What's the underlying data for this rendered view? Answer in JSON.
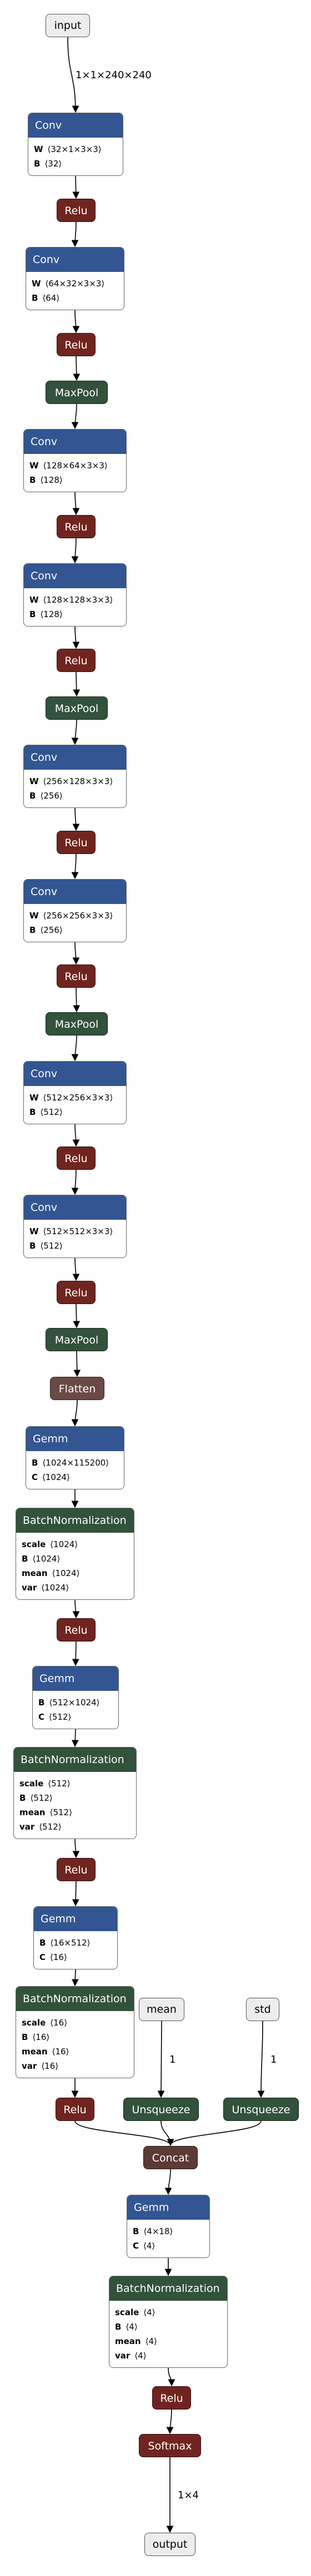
{
  "graph": {
    "nodes": [
      {
        "id": "input",
        "kind": "io",
        "label": "input"
      },
      {
        "id": "conv1",
        "kind": "conv",
        "label": "Conv",
        "attrs": [
          {
            "k": "W",
            "v": "⟨32×1×3×3⟩"
          },
          {
            "k": "B",
            "v": "⟨32⟩"
          }
        ]
      },
      {
        "id": "relu1",
        "kind": "relu",
        "label": "Relu"
      },
      {
        "id": "conv2",
        "kind": "conv",
        "label": "Conv",
        "attrs": [
          {
            "k": "W",
            "v": "⟨64×32×3×3⟩"
          },
          {
            "k": "B",
            "v": "⟨64⟩"
          }
        ]
      },
      {
        "id": "relu2",
        "kind": "relu",
        "label": "Relu"
      },
      {
        "id": "pool1",
        "kind": "maxpool",
        "label": "MaxPool"
      },
      {
        "id": "conv3",
        "kind": "conv",
        "label": "Conv",
        "attrs": [
          {
            "k": "W",
            "v": "⟨128×64×3×3⟩"
          },
          {
            "k": "B",
            "v": "⟨128⟩"
          }
        ]
      },
      {
        "id": "relu3",
        "kind": "relu",
        "label": "Relu"
      },
      {
        "id": "conv4",
        "kind": "conv",
        "label": "Conv",
        "attrs": [
          {
            "k": "W",
            "v": "⟨128×128×3×3⟩"
          },
          {
            "k": "B",
            "v": "⟨128⟩"
          }
        ]
      },
      {
        "id": "relu4",
        "kind": "relu",
        "label": "Relu"
      },
      {
        "id": "pool2",
        "kind": "maxpool",
        "label": "MaxPool"
      },
      {
        "id": "conv5",
        "kind": "conv",
        "label": "Conv",
        "attrs": [
          {
            "k": "W",
            "v": "⟨256×128×3×3⟩"
          },
          {
            "k": "B",
            "v": "⟨256⟩"
          }
        ]
      },
      {
        "id": "relu5",
        "kind": "relu",
        "label": "Relu"
      },
      {
        "id": "conv6",
        "kind": "conv",
        "label": "Conv",
        "attrs": [
          {
            "k": "W",
            "v": "⟨256×256×3×3⟩"
          },
          {
            "k": "B",
            "v": "⟨256⟩"
          }
        ]
      },
      {
        "id": "relu6",
        "kind": "relu",
        "label": "Relu"
      },
      {
        "id": "pool3",
        "kind": "maxpool",
        "label": "MaxPool"
      },
      {
        "id": "conv7",
        "kind": "conv",
        "label": "Conv",
        "attrs": [
          {
            "k": "W",
            "v": "⟨512×256×3×3⟩"
          },
          {
            "k": "B",
            "v": "⟨512⟩"
          }
        ]
      },
      {
        "id": "relu7",
        "kind": "relu",
        "label": "Relu"
      },
      {
        "id": "conv8",
        "kind": "conv",
        "label": "Conv",
        "attrs": [
          {
            "k": "W",
            "v": "⟨512×512×3×3⟩"
          },
          {
            "k": "B",
            "v": "⟨512⟩"
          }
        ]
      },
      {
        "id": "relu8",
        "kind": "relu",
        "label": "Relu"
      },
      {
        "id": "pool4",
        "kind": "maxpool",
        "label": "MaxPool"
      },
      {
        "id": "flatten",
        "kind": "flatten",
        "label": "Flatten"
      },
      {
        "id": "gemm1",
        "kind": "gemm",
        "label": "Gemm",
        "attrs": [
          {
            "k": "B",
            "v": "⟨1024×115200⟩"
          },
          {
            "k": "C",
            "v": "⟨1024⟩"
          }
        ]
      },
      {
        "id": "bn1",
        "kind": "bn",
        "label": "BatchNormalization",
        "attrs": [
          {
            "k": "scale",
            "v": "⟨1024⟩"
          },
          {
            "k": "B",
            "v": "⟨1024⟩"
          },
          {
            "k": "mean",
            "v": "⟨1024⟩"
          },
          {
            "k": "var",
            "v": "⟨1024⟩"
          }
        ]
      },
      {
        "id": "relu9",
        "kind": "relu",
        "label": "Relu"
      },
      {
        "id": "gemm2",
        "kind": "gemm",
        "label": "Gemm",
        "attrs": [
          {
            "k": "B",
            "v": "⟨512×1024⟩"
          },
          {
            "k": "C",
            "v": "⟨512⟩"
          }
        ]
      },
      {
        "id": "bn2",
        "kind": "bn",
        "label": "BatchNormalization",
        "attrs": [
          {
            "k": "scale",
            "v": "⟨512⟩"
          },
          {
            "k": "B",
            "v": "⟨512⟩"
          },
          {
            "k": "mean",
            "v": "⟨512⟩"
          },
          {
            "k": "var",
            "v": "⟨512⟩"
          }
        ]
      },
      {
        "id": "relu10",
        "kind": "relu",
        "label": "Relu"
      },
      {
        "id": "gemm3",
        "kind": "gemm",
        "label": "Gemm",
        "attrs": [
          {
            "k": "B",
            "v": "⟨16×512⟩"
          },
          {
            "k": "C",
            "v": "⟨16⟩"
          }
        ]
      },
      {
        "id": "bn3",
        "kind": "bn",
        "label": "BatchNormalization",
        "attrs": [
          {
            "k": "scale",
            "v": "⟨16⟩"
          },
          {
            "k": "B",
            "v": "⟨16⟩"
          },
          {
            "k": "mean",
            "v": "⟨16⟩"
          },
          {
            "k": "var",
            "v": "⟨16⟩"
          }
        ]
      },
      {
        "id": "mean",
        "kind": "io",
        "label": "mean"
      },
      {
        "id": "std",
        "kind": "io",
        "label": "std"
      },
      {
        "id": "relu11",
        "kind": "relu",
        "label": "Relu"
      },
      {
        "id": "unsq1",
        "kind": "unsq",
        "label": "Unsqueeze"
      },
      {
        "id": "unsq2",
        "kind": "unsq",
        "label": "Unsqueeze"
      },
      {
        "id": "concat",
        "kind": "concat",
        "label": "Concat"
      },
      {
        "id": "gemm4",
        "kind": "gemm",
        "label": "Gemm",
        "attrs": [
          {
            "k": "B",
            "v": "⟨4×18⟩"
          },
          {
            "k": "C",
            "v": "⟨4⟩"
          }
        ]
      },
      {
        "id": "bn4",
        "kind": "bn",
        "label": "BatchNormalization",
        "attrs": [
          {
            "k": "scale",
            "v": "⟨4⟩"
          },
          {
            "k": "B",
            "v": "⟨4⟩"
          },
          {
            "k": "mean",
            "v": "⟨4⟩"
          },
          {
            "k": "var",
            "v": "⟨4⟩"
          }
        ]
      },
      {
        "id": "relu12",
        "kind": "relu",
        "label": "Relu"
      },
      {
        "id": "softmax",
        "kind": "relu",
        "label": "Softmax"
      },
      {
        "id": "output",
        "kind": "io",
        "label": "output"
      }
    ],
    "edges": [
      {
        "from": "input",
        "to": "conv1",
        "label": "1×1×240×240"
      },
      {
        "from": "conv1",
        "to": "relu1"
      },
      {
        "from": "relu1",
        "to": "conv2"
      },
      {
        "from": "conv2",
        "to": "relu2"
      },
      {
        "from": "relu2",
        "to": "pool1"
      },
      {
        "from": "pool1",
        "to": "conv3"
      },
      {
        "from": "conv3",
        "to": "relu3"
      },
      {
        "from": "relu3",
        "to": "conv4"
      },
      {
        "from": "conv4",
        "to": "relu4"
      },
      {
        "from": "relu4",
        "to": "pool2"
      },
      {
        "from": "pool2",
        "to": "conv5"
      },
      {
        "from": "conv5",
        "to": "relu5"
      },
      {
        "from": "relu5",
        "to": "conv6"
      },
      {
        "from": "conv6",
        "to": "relu6"
      },
      {
        "from": "relu6",
        "to": "pool3"
      },
      {
        "from": "pool3",
        "to": "conv7"
      },
      {
        "from": "conv7",
        "to": "relu7"
      },
      {
        "from": "relu7",
        "to": "conv8"
      },
      {
        "from": "conv8",
        "to": "relu8"
      },
      {
        "from": "relu8",
        "to": "pool4"
      },
      {
        "from": "pool4",
        "to": "flatten"
      },
      {
        "from": "flatten",
        "to": "gemm1"
      },
      {
        "from": "gemm1",
        "to": "bn1"
      },
      {
        "from": "bn1",
        "to": "relu9"
      },
      {
        "from": "relu9",
        "to": "gemm2"
      },
      {
        "from": "gemm2",
        "to": "bn2"
      },
      {
        "from": "bn2",
        "to": "relu10"
      },
      {
        "from": "relu10",
        "to": "gemm3"
      },
      {
        "from": "gemm3",
        "to": "bn3"
      },
      {
        "from": "bn3",
        "to": "relu11"
      },
      {
        "from": "mean",
        "to": "unsq1",
        "label": "1"
      },
      {
        "from": "std",
        "to": "unsq2",
        "label": "1"
      },
      {
        "from": "relu11",
        "to": "concat"
      },
      {
        "from": "unsq1",
        "to": "concat"
      },
      {
        "from": "unsq2",
        "to": "concat"
      },
      {
        "from": "concat",
        "to": "gemm4"
      },
      {
        "from": "gemm4",
        "to": "bn4"
      },
      {
        "from": "bn4",
        "to": "relu12"
      },
      {
        "from": "relu12",
        "to": "softmax"
      },
      {
        "from": "softmax",
        "to": "output",
        "label": "1×4"
      }
    ]
  }
}
